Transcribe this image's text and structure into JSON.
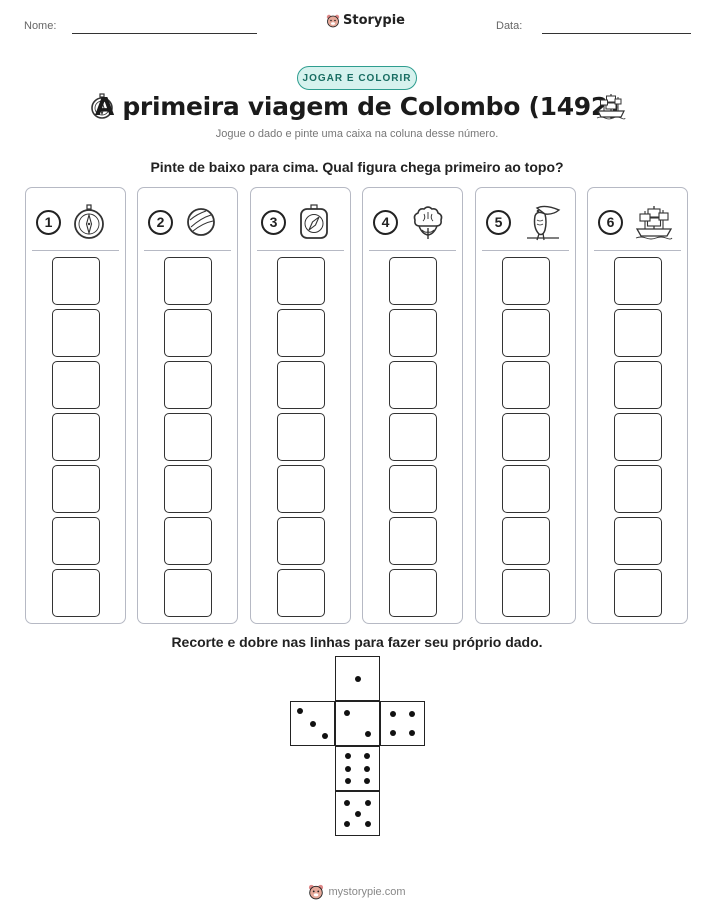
{
  "header": {
    "name_label": "Nome:",
    "date_label": "Data:",
    "brand": "Storypie"
  },
  "badge": "JOGAR E COLORIR",
  "title": "A primeira viagem de Colombo (1492)",
  "subtitle": "Jogue o dado e pinte uma caixa na coluna desse número.",
  "instruction": "Pinte de baixo para cima. Qual figura chega primeiro ao topo?",
  "columns": [
    {
      "number": "1",
      "icon": "pocket-watch-compass-icon"
    },
    {
      "number": "2",
      "icon": "globe-icon"
    },
    {
      "number": "3",
      "icon": "compass-icon"
    },
    {
      "number": "4",
      "icon": "cotton-flower-icon"
    },
    {
      "number": "5",
      "icon": "toucan-icon"
    },
    {
      "number": "6",
      "icon": "sailing-ship-icon"
    }
  ],
  "boxes_per_column": 7,
  "die_instruction": "Recorte e dobre nas linhas para fazer seu próprio dado.",
  "die_faces": [
    1,
    3,
    2,
    4,
    6,
    5
  ],
  "footer": "mystorypie.com"
}
